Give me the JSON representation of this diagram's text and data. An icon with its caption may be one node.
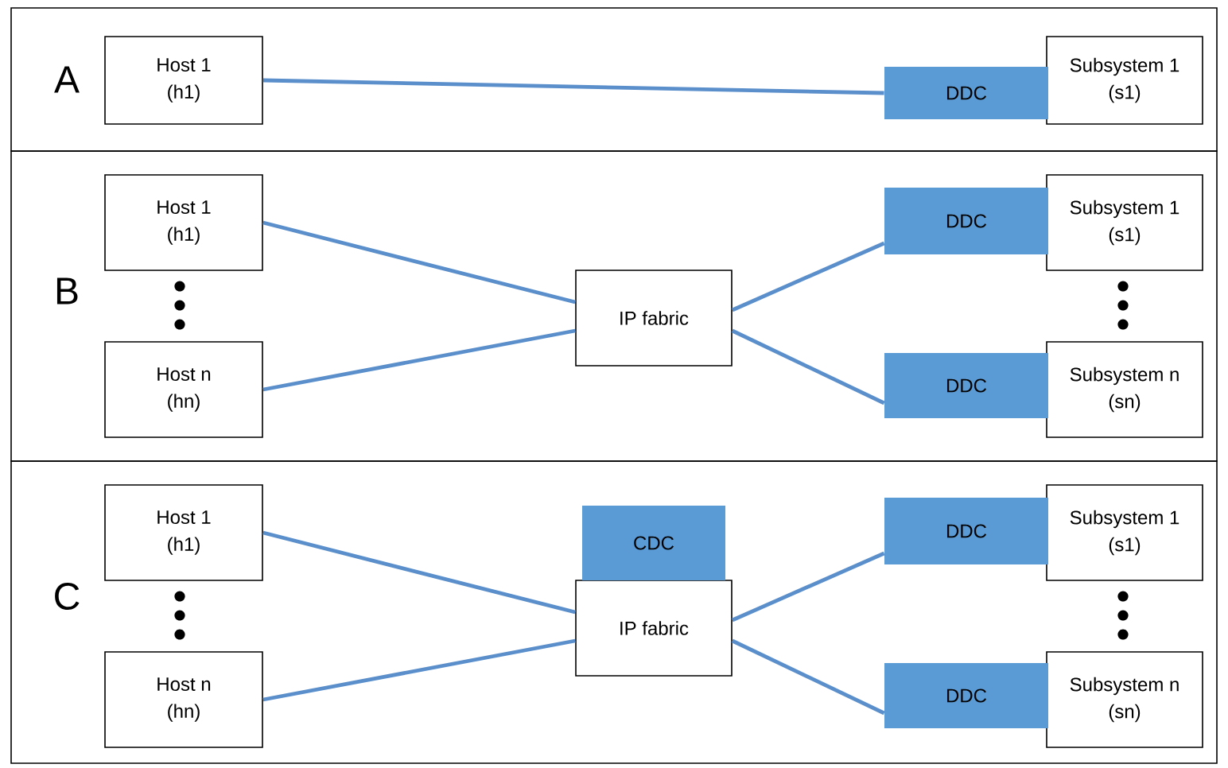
{
  "diagram": {
    "nodes": [
      {
        "text": [
          "A"
        ]
      },
      {
        "text": [
          "Host 1 (h1)"
        ],
        "in": 0
      },
      {
        "text": [
          "DDC"
        ],
        "in": 0
      },
      {
        "text": [
          "Subsystem 1 (s1)"
        ],
        "in": 0
      },
      {
        "text": [
          "B"
        ]
      },
      {
        "text": [
          "Host 1 (h1)"
        ],
        "in": 4
      },
      {
        "text": [
          "Host n (hn)"
        ],
        "in": 4
      },
      {
        "text": [
          "IP fabric"
        ],
        "in": 4
      },
      {
        "text": [
          "DDC"
        ],
        "in": 4
      },
      {
        "text": [
          "Subsystem 1 (s1)"
        ],
        "in": 4
      },
      {
        "text": [
          "DDC"
        ],
        "in": 4
      },
      {
        "text": [
          "Subsystem n (sn)"
        ],
        "in": 4
      },
      {
        "text": [
          "C"
        ]
      },
      {
        "text": [
          "Host 1 (h1)"
        ],
        "in": 12
      },
      {
        "text": [
          "Host n (hn)"
        ],
        "in": 12
      },
      {
        "text": [
          "CDC"
        ],
        "in": 12
      },
      {
        "text": [
          "IP fabric"
        ],
        "in": 12
      },
      {
        "text": [
          "DDC"
        ],
        "in": 12
      },
      {
        "text": [
          "Subsystem 1 (s1)"
        ],
        "in": 12
      },
      {
        "text": [
          "DDC"
        ],
        "in": 12
      },
      {
        "text": [
          "Subsystem n (sn)"
        ],
        "in": 12
      }
    ],
    "edges": [
      {
        "from": 1,
        "to": 2,
        "arrow": "none"
      },
      {
        "from": 5,
        "to": 7,
        "arrow": "none"
      },
      {
        "from": 6,
        "to": 7,
        "arrow": "none"
      },
      {
        "from": 7,
        "to": 8,
        "arrow": "none"
      },
      {
        "from": 7,
        "to": 10,
        "arrow": "none"
      },
      {
        "from": 13,
        "to": 16,
        "arrow": "none"
      },
      {
        "from": 14,
        "to": 16,
        "arrow": "none"
      },
      {
        "from": 16,
        "to": 17,
        "arrow": "none"
      },
      {
        "from": 16,
        "to": 19,
        "arrow": "none"
      }
    ]
  }
}
